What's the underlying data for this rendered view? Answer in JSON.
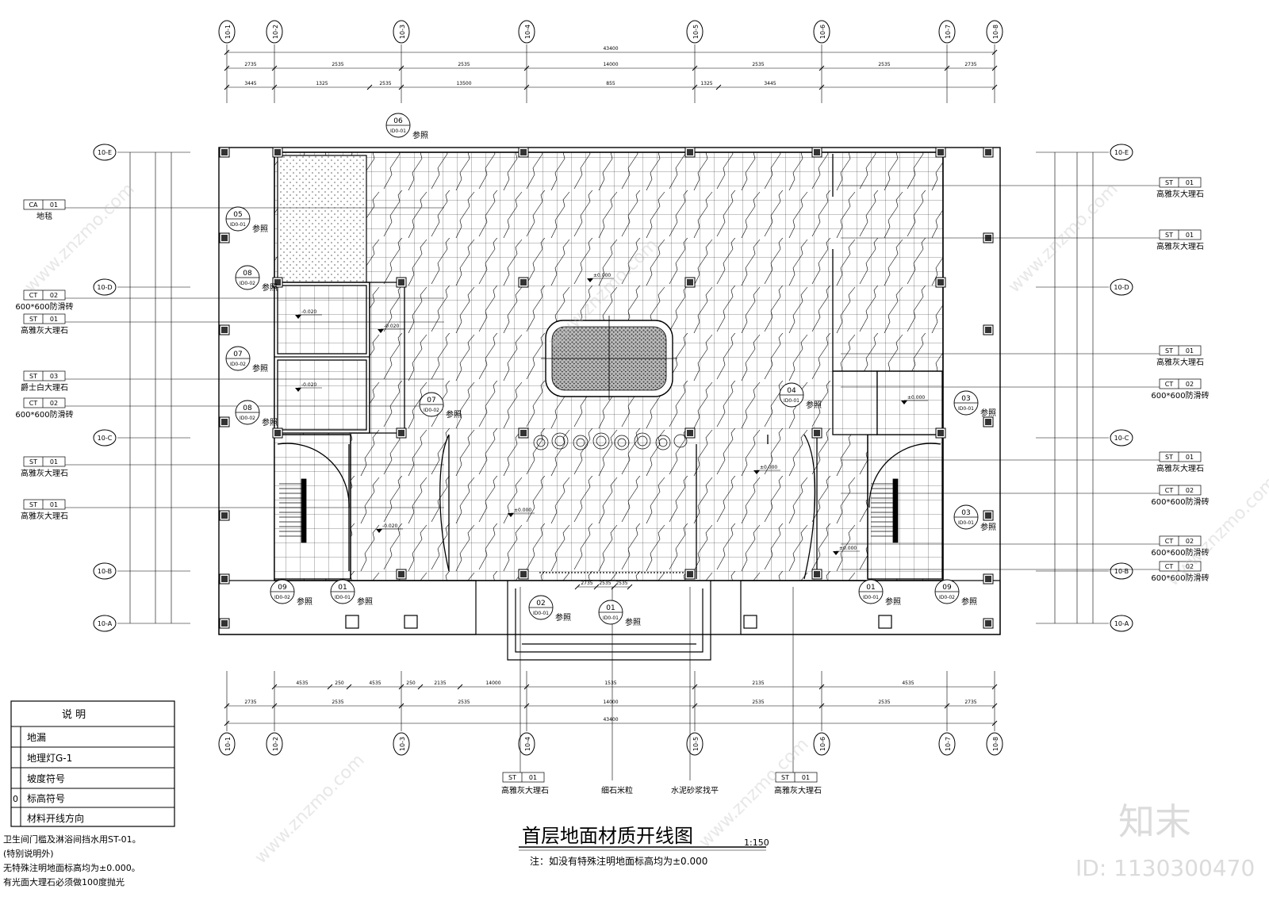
{
  "drawing": {
    "title": "首层地面材质开线图",
    "scale": "1:150",
    "note": "注：如没有特殊注明地面标高均为±0.000"
  },
  "grid": {
    "top_axes": [
      "10-1",
      "10-2",
      "10-3",
      "10-4",
      "10-5",
      "10-6",
      "10-7",
      "10-8"
    ],
    "side_axes": [
      "10-E",
      "10-D",
      "10-C",
      "10-B",
      "10-A"
    ]
  },
  "dimensions": {
    "overall": "43400",
    "row1": [
      "2735",
      "2535",
      "2535",
      "14000",
      "2535",
      "2535",
      "2735"
    ],
    "row2": [
      "3445",
      "1325",
      "2535",
      "13500",
      "855",
      "1325",
      "3445"
    ],
    "bottom_row1": [
      "4535",
      "250",
      "4535",
      "250",
      "2135",
      "14000",
      "1535",
      "2135",
      "4535"
    ],
    "bottom_row2": [
      "2735",
      "2535",
      "2535",
      "14000",
      "2535",
      "2535",
      "2735"
    ],
    "bottom_overall": "43400",
    "small": [
      "2735",
      "2535",
      "2535"
    ]
  },
  "callouts": {
    "left": [
      {
        "code": "CA",
        "num": "01",
        "name": "地毯"
      },
      {
        "code": "CT",
        "num": "02",
        "name": "600*600防滑砖"
      },
      {
        "code": "ST",
        "num": "01",
        "name": "高雅灰大理石"
      },
      {
        "code": "ST",
        "num": "03",
        "name": "爵士白大理石"
      },
      {
        "code": "CT",
        "num": "02",
        "name": "600*600防滑砖"
      },
      {
        "code": "ST",
        "num": "01",
        "name": "高雅灰大理石"
      },
      {
        "code": "ST",
        "num": "01",
        "name": "高雅灰大理石"
      }
    ],
    "right": [
      {
        "code": "ST",
        "num": "01",
        "name": "高雅灰大理石"
      },
      {
        "code": "ST",
        "num": "01",
        "name": "高雅灰大理石"
      },
      {
        "code": "ST",
        "num": "01",
        "name": "高雅灰大理石"
      },
      {
        "code": "CT",
        "num": "02",
        "name": "600*600防滑砖"
      },
      {
        "code": "ST",
        "num": "01",
        "name": "高雅灰大理石"
      },
      {
        "code": "CT",
        "num": "02",
        "name": "600*600防滑砖"
      },
      {
        "code": "CT",
        "num": "02",
        "name": "600*600防滑砖"
      },
      {
        "code": "CT",
        "num": "02",
        "name": "600*600防滑砖"
      }
    ],
    "bottom": [
      {
        "code": "ST",
        "num": "01",
        "name": "高雅灰大理石"
      },
      {
        "code": "",
        "num": "",
        "name": "细石米粒"
      },
      {
        "code": "",
        "num": "",
        "name": "水泥砂浆找平"
      },
      {
        "code": "ST",
        "num": "01",
        "name": "高雅灰大理石"
      }
    ]
  },
  "details": [
    {
      "num": "06",
      "sheet": "ID0-01",
      "word": "参照"
    },
    {
      "num": "05",
      "sheet": "ID0-01",
      "word": "参照"
    },
    {
      "num": "08",
      "sheet": "ID0-02",
      "word": "参照"
    },
    {
      "num": "07",
      "sheet": "ID0-02",
      "word": "参照"
    },
    {
      "num": "08",
      "sheet": "ID0-02",
      "word": "参照"
    },
    {
      "num": "07",
      "sheet": "ID0-02",
      "word": "参照"
    },
    {
      "num": "04",
      "sheet": "ID0-01",
      "word": "参照"
    },
    {
      "num": "03",
      "sheet": "ID0-01",
      "word": "参照"
    },
    {
      "num": "03",
      "sheet": "ID0-01",
      "word": "参照"
    },
    {
      "num": "09",
      "sheet": "ID0-02",
      "word": "参照"
    },
    {
      "num": "01",
      "sheet": "ID0-01",
      "word": "参照"
    },
    {
      "num": "02",
      "sheet": "ID0-01",
      "word": "参照"
    },
    {
      "num": "01",
      "sheet": "ID0-01",
      "word": "参照"
    },
    {
      "num": "01",
      "sheet": "ID0-01",
      "word": "参照"
    },
    {
      "num": "09",
      "sheet": "ID0-02",
      "word": "参照"
    }
  ],
  "levels": [
    "±0.000",
    "-0.020",
    "-0.020",
    "-0.020",
    "±0.000",
    "-0.020",
    "±0.000",
    "±0.000",
    "±0.000"
  ],
  "legend": {
    "header": "说 明",
    "items": [
      "地漏",
      "地理灯G-1",
      "坡度符号",
      "标高符号",
      "材料开线方向"
    ],
    "cut_num": "0",
    "notes": [
      "卫生间门槛及淋浴间挡水用ST-01。",
      "(特别说明外)",
      "无特殊注明地面标高均为±0.000。",
      "有光面大理石必须做100度抛光"
    ]
  },
  "watermark": {
    "brand": "知末",
    "id": "ID: 1130300470",
    "repeat": "www.znzmo.com"
  }
}
